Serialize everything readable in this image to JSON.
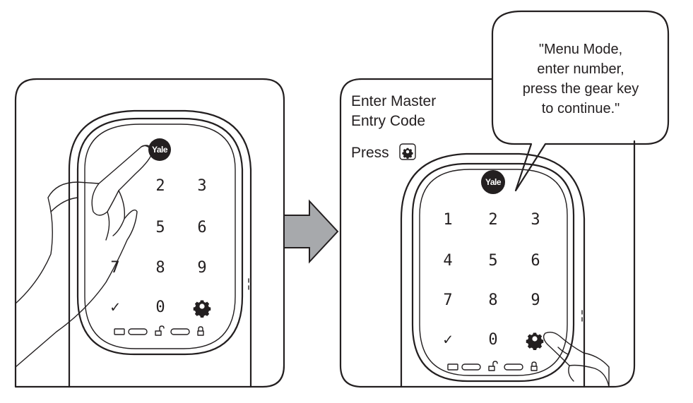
{
  "left_panel": {
    "brand": "Yale",
    "keys": [
      "2",
      "3",
      "5",
      "6",
      "7",
      "8",
      "9",
      "✓",
      "0"
    ]
  },
  "right_panel": {
    "instruction_line1": "Enter Master",
    "instruction_line2": "Entry Code",
    "instruction_press": "Press",
    "brand": "Yale",
    "keys": [
      "1",
      "2",
      "3",
      "4",
      "5",
      "6",
      "7",
      "8",
      "9",
      "✓",
      "0"
    ],
    "speech_bubble": [
      "\"Menu Mode,",
      "enter number,",
      "press the gear key",
      "to continue.\""
    ]
  },
  "icons": {
    "gear": "gear-icon",
    "arrow": "right-arrow-icon",
    "hand": "hand-icon",
    "battery": "battery-icon",
    "unlock": "unlock-icon",
    "lock": "lock-icon"
  },
  "colors": {
    "ink": "#231f20",
    "arrow_fill": "#a7a9ac",
    "panel_bg": "#ffffff"
  }
}
